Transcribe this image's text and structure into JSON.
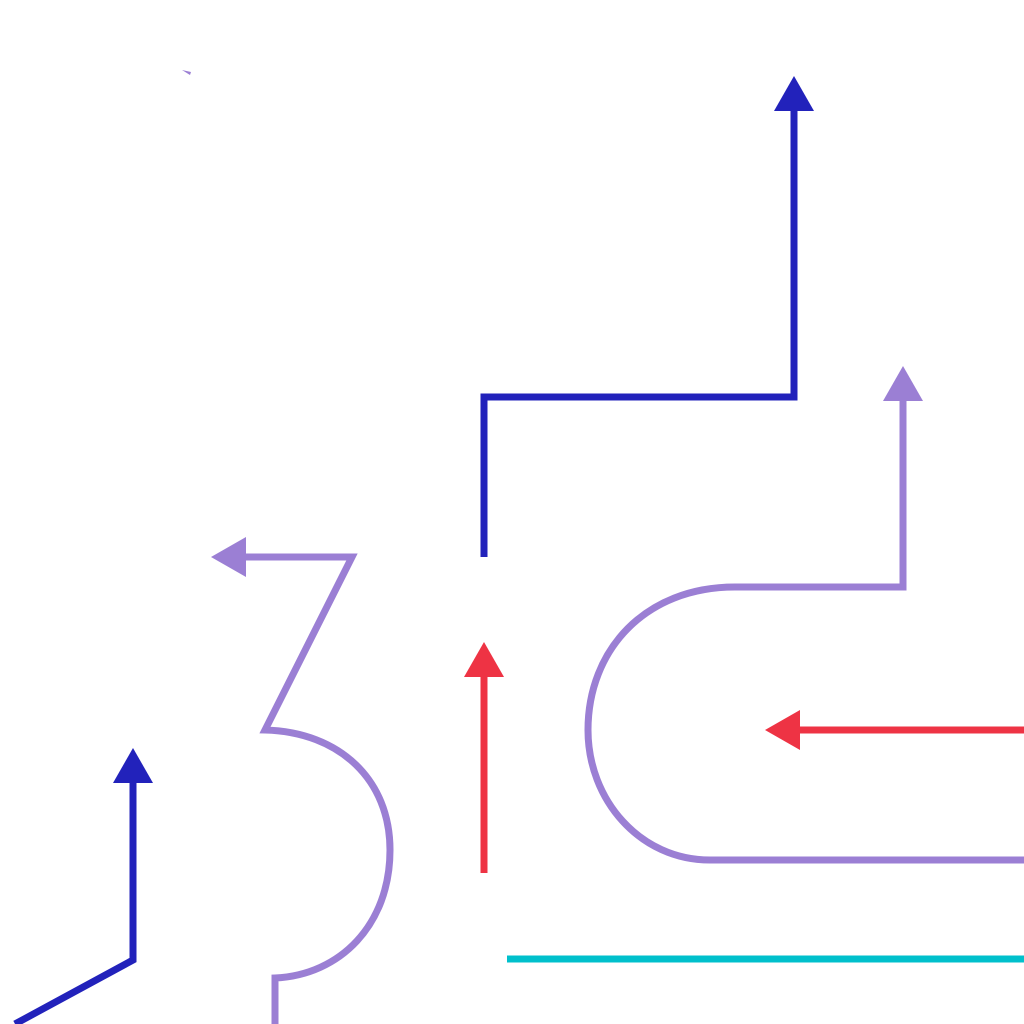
{
  "colors": {
    "blue": "#2222BB",
    "purple": "#9B7FD4",
    "red": "#EE3344",
    "cyan": "#00C0CC"
  },
  "arrows": [
    {
      "name": "blue-step-arrow",
      "color": "blue",
      "direction": "up"
    },
    {
      "name": "purple-loop-arrow",
      "color": "purple",
      "direction": "up"
    },
    {
      "name": "red-horizontal-arrow",
      "color": "red",
      "direction": "left"
    },
    {
      "name": "red-vertical-arrow",
      "color": "red",
      "direction": "up"
    },
    {
      "name": "purple-three-arrow",
      "color": "purple",
      "direction": "left"
    },
    {
      "name": "blue-corner-arrow",
      "color": "blue",
      "direction": "up"
    }
  ]
}
